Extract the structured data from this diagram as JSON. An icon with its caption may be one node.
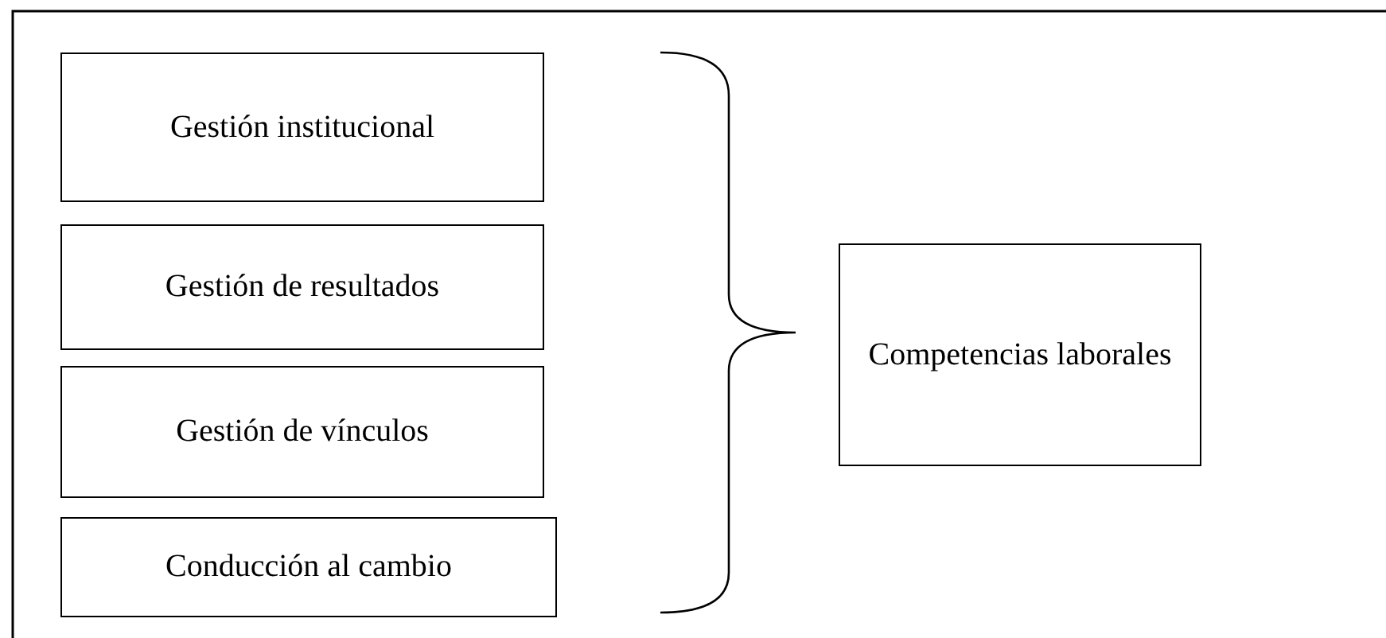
{
  "diagram": {
    "nodes": [
      {
        "text": [
          "Gestión institucional"
        ]
      },
      {
        "text": [
          "Gestión de resultados"
        ]
      },
      {
        "text": [
          "Gestión de vínculos"
        ]
      },
      {
        "text": [
          "Conducción al cambio"
        ]
      },
      {
        "text": [
          "Competencias laborales"
        ]
      }
    ],
    "edges": []
  }
}
